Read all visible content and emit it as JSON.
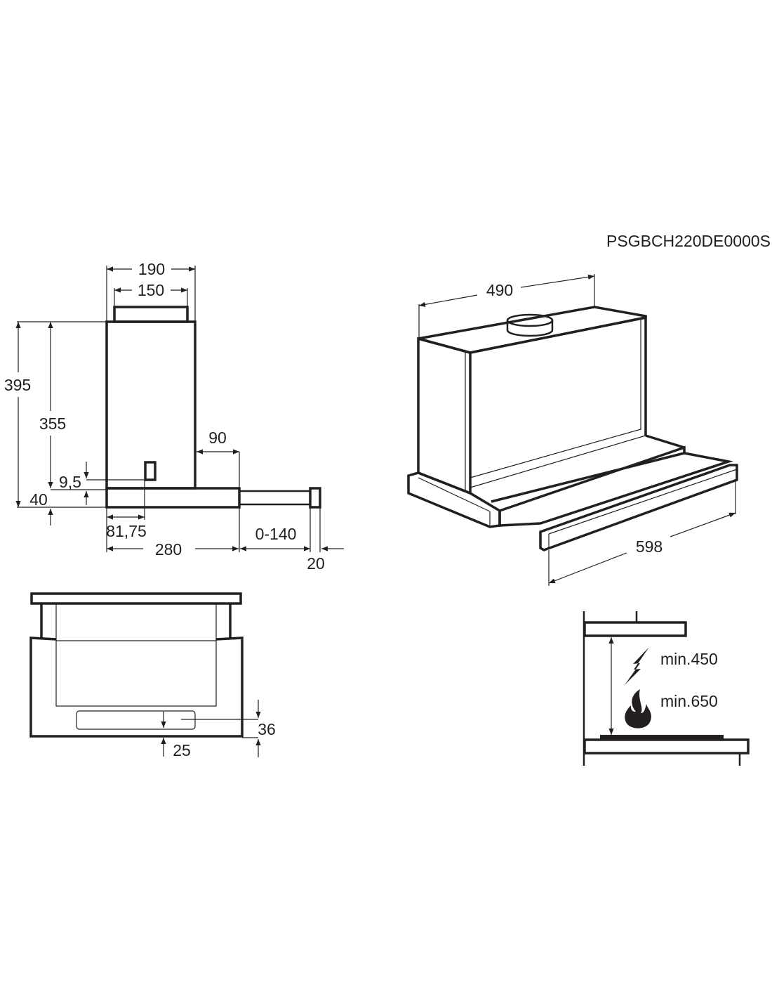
{
  "model_code": "PSGBCH220DE0000S",
  "side_view": {
    "width_total": "190",
    "duct_width": "150",
    "height_total": "395",
    "height_body": "355",
    "offset_small": "9,5",
    "base_height": "40",
    "extension_min": "90",
    "control_offset": "81,75",
    "depth": "280",
    "extension_range": "0-140",
    "front_trim": "20"
  },
  "perspective_view": {
    "depth": "490",
    "width": "598"
  },
  "front_view": {
    "panel_height": "36",
    "panel_offset": "25"
  },
  "installation": {
    "electric_min": "min.450",
    "gas_min": "min.650"
  },
  "colors": {
    "ink": "#231f20",
    "background": "#ffffff"
  }
}
